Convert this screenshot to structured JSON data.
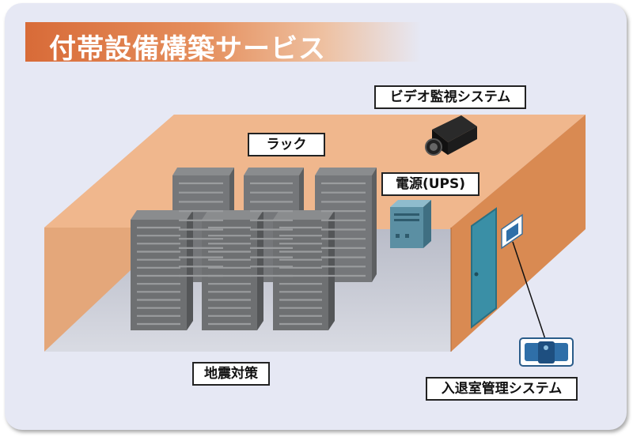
{
  "header": {
    "title": "付帯設備構築サービス"
  },
  "labels": {
    "camera": "ビデオ監視システム",
    "rack": "ラック",
    "ups": "電源(UPS)",
    "quake": "地震対策",
    "access": "入退室管理システム"
  },
  "colors": {
    "back_wall": "#f0b78d",
    "right_wall": "#d98a52",
    "floor": "#c9cbd6",
    "server": "#6e7072",
    "ups_box": "#5b8fa3",
    "door": "#3a8fa6"
  }
}
